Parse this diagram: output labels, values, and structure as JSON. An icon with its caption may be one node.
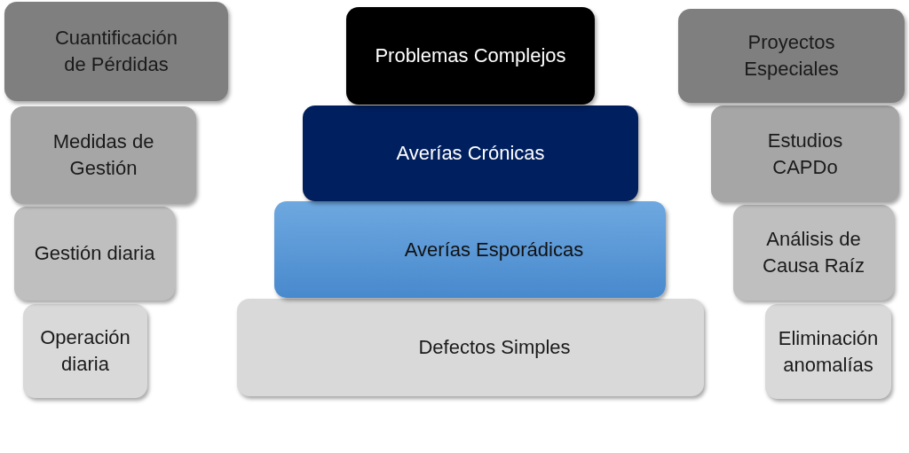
{
  "diagram": {
    "nodes": [
      {
        "text": [
          "Cuantificación de Pérdidas"
        ]
      },
      {
        "text": [
          "Problemas Complejos"
        ]
      },
      {
        "text": [
          "Proyectos Especiales"
        ]
      },
      {
        "text": [
          "Medidas de Gestión"
        ]
      },
      {
        "text": [
          "Averías Crónicas"
        ]
      },
      {
        "text": [
          "Estudios CAPDo"
        ]
      },
      {
        "text": [
          "Gestión diaria"
        ]
      },
      {
        "text": [
          "Averías Esporádicas"
        ]
      },
      {
        "text": [
          "Análisis de Causa Raíz"
        ]
      },
      {
        "text": [
          "Operación diaria"
        ]
      },
      {
        "text": [
          "Defectos Simples"
        ]
      },
      {
        "text": [
          "Eliminación anomalías"
        ]
      }
    ],
    "edges": []
  }
}
